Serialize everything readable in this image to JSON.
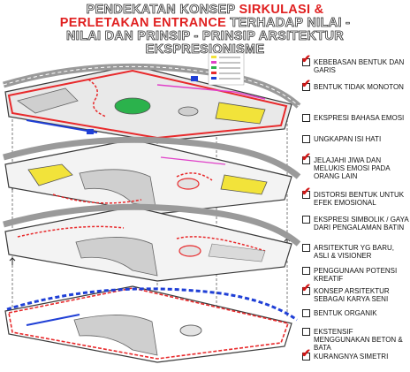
{
  "title": {
    "line1_a": "PENDEKATAN KONSEP ",
    "line1_b": "SIRKULASI &",
    "line2_a": "PERLETAKAN ENTRANCE",
    "line2_b": " TERHADAP NILAI -",
    "line3": "NILAI DAN PRINSIP - PRINSIP ARSITEKTUR",
    "line4": "EKSPRESIONISME"
  },
  "colors": {
    "accent": "#e02020",
    "check_red": "#d21818",
    "circulation_red": "#e8292b",
    "circulation_blue": "#1f3fd6",
    "green": "#2bb24c",
    "yellow": "#f2e33a",
    "magenta": "#e040c8",
    "platform_grey": "#cfcfcf",
    "outline_dark": "#3a3a3a"
  },
  "checklist": [
    {
      "label": "KEBEBASAN BENTUK DAN GARIS",
      "checked": true
    },
    {
      "label": "BENTUK TIDAK MONOTON",
      "checked": true
    },
    {
      "label": "EKSPRESI BAHASA EMOSI",
      "checked": false
    },
    {
      "label": "UNGKAPAN ISI HATI",
      "checked": false
    },
    {
      "label": "JELAJAHI JIWA DAN MELUKIS EMOSI PADA ORANG LAIN",
      "checked": true
    },
    {
      "label": "DISTORSI BENTUK UNTUK EFEK EMOSIONAL",
      "checked": true
    },
    {
      "label": "EKSPRESI SIMBOLIK / GAYA DARI PENGALAMAN BATIN",
      "checked": false
    },
    {
      "label": "ARSITEKTUR YG BARU, ASLI & VISIONER",
      "checked": false
    },
    {
      "label": "PENGGUNAAN POTENSI KREATIF",
      "checked": false
    },
    {
      "label": "KONSEP ARSITEKTUR SEBAGAI KARYA SENI",
      "checked": true
    },
    {
      "label": "BENTUK ORGANIK",
      "checked": false
    },
    {
      "label": "EKSTENSIF MENGGUNAKAN BETON & BATA",
      "checked": false
    },
    {
      "label": "KURANGNYA SIMETRI",
      "checked": true
    }
  ]
}
